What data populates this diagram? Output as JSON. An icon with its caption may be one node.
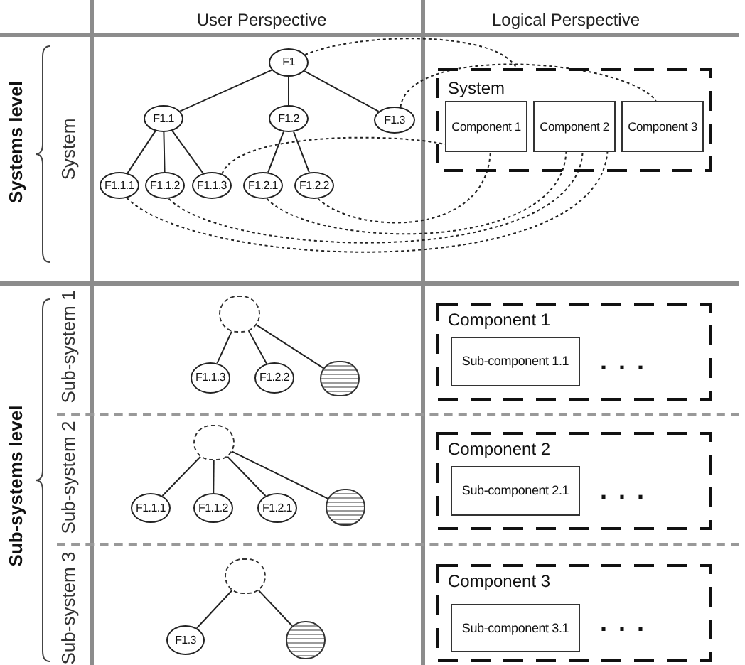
{
  "diagram": {
    "nodes": [
      {
        "text": [
          "F1"
        ]
      },
      {
        "text": [
          "F1.1"
        ]
      },
      {
        "text": [
          "F1.2"
        ]
      },
      {
        "text": [
          "F1.3"
        ]
      },
      {
        "text": [
          "F1.1.1"
        ]
      },
      {
        "text": [
          "F1.1.2"
        ]
      },
      {
        "text": [
          "F1.1.3"
        ]
      },
      {
        "text": [
          "F1.2.1"
        ]
      },
      {
        "text": [
          "F1.2.2"
        ]
      },
      {
        "text": [
          "System"
        ]
      },
      {
        "text": [
          "Component 1"
        ],
        "in": 9
      },
      {
        "text": [
          "Component 2"
        ],
        "in": 9
      },
      {
        "text": [
          "Component 3"
        ],
        "in": 9
      },
      {
        "text": [],
        "shape": "circle"
      },
      {
        "text": [
          "F1.1.3"
        ]
      },
      {
        "text": [
          "F1.2.2"
        ]
      },
      {
        "text": [],
        "shape": "circle"
      },
      {
        "text": [
          "Component 1",
          "..."
        ]
      },
      {
        "text": [
          "Sub-component 1.1"
        ],
        "in": 17
      },
      {
        "text": [],
        "shape": "circle"
      },
      {
        "text": [
          "F1.1.1"
        ]
      },
      {
        "text": [
          "F1.1.2"
        ]
      },
      {
        "text": [
          "F1.2.1"
        ]
      },
      {
        "text": [],
        "shape": "circle"
      },
      {
        "text": [
          "Component 2",
          "..."
        ]
      },
      {
        "text": [
          "Sub-component 2.1"
        ],
        "in": 24
      },
      {
        "text": [],
        "shape": "circle"
      },
      {
        "text": [
          "F1.3"
        ]
      },
      {
        "text": [],
        "shape": "circle"
      },
      {
        "text": [
          "Component 3",
          "..."
        ]
      },
      {
        "text": [
          "Sub-component 3.1"
        ],
        "in": 29
      }
    ],
    "edges": [
      {
        "from": 0,
        "to": 1,
        "arrow": "none"
      },
      {
        "from": 0,
        "to": 2,
        "arrow": "none"
      },
      {
        "from": 0,
        "to": 3,
        "arrow": "none"
      },
      {
        "from": 1,
        "to": 4,
        "arrow": "none"
      },
      {
        "from": 1,
        "to": 5,
        "arrow": "none"
      },
      {
        "from": 1,
        "to": 6,
        "arrow": "none"
      },
      {
        "from": 2,
        "to": 7,
        "arrow": "none"
      },
      {
        "from": 2,
        "to": 8,
        "arrow": "none"
      },
      {
        "from": 13,
        "to": 14,
        "arrow": "none"
      },
      {
        "from": 13,
        "to": 15,
        "arrow": "none"
      },
      {
        "from": 13,
        "to": 16,
        "arrow": "none"
      },
      {
        "from": 19,
        "to": 20,
        "arrow": "none"
      },
      {
        "from": 19,
        "to": 21,
        "arrow": "none"
      },
      {
        "from": 19,
        "to": 22,
        "arrow": "none"
      },
      {
        "from": 19,
        "to": 23,
        "arrow": "none"
      },
      {
        "from": 26,
        "to": 27,
        "arrow": "none"
      },
      {
        "from": 26,
        "to": 28,
        "arrow": "none"
      },
      {
        "from": 0,
        "to": 9,
        "arrow": "none",
        "style": "dashed"
      },
      {
        "from": 3,
        "to": 12,
        "arrow": "none",
        "style": "dashed"
      },
      {
        "from": 6,
        "to": 10,
        "arrow": "none",
        "style": "dashed"
      },
      {
        "from": 4,
        "to": 11,
        "arrow": "none",
        "style": "dashed"
      },
      {
        "from": 5,
        "to": 11,
        "arrow": "none",
        "style": "dashed"
      },
      {
        "from": 7,
        "to": 11,
        "arrow": "none",
        "style": "dashed"
      },
      {
        "from": 8,
        "to": 10,
        "arrow": "none",
        "style": "dashed"
      }
    ],
    "labels": [
      "User Perspective",
      "Logical Perspective",
      "Systems level",
      "System",
      "Sub-systems level",
      "Sub-system 1",
      "Sub-system 2",
      "Sub-system 3"
    ]
  }
}
